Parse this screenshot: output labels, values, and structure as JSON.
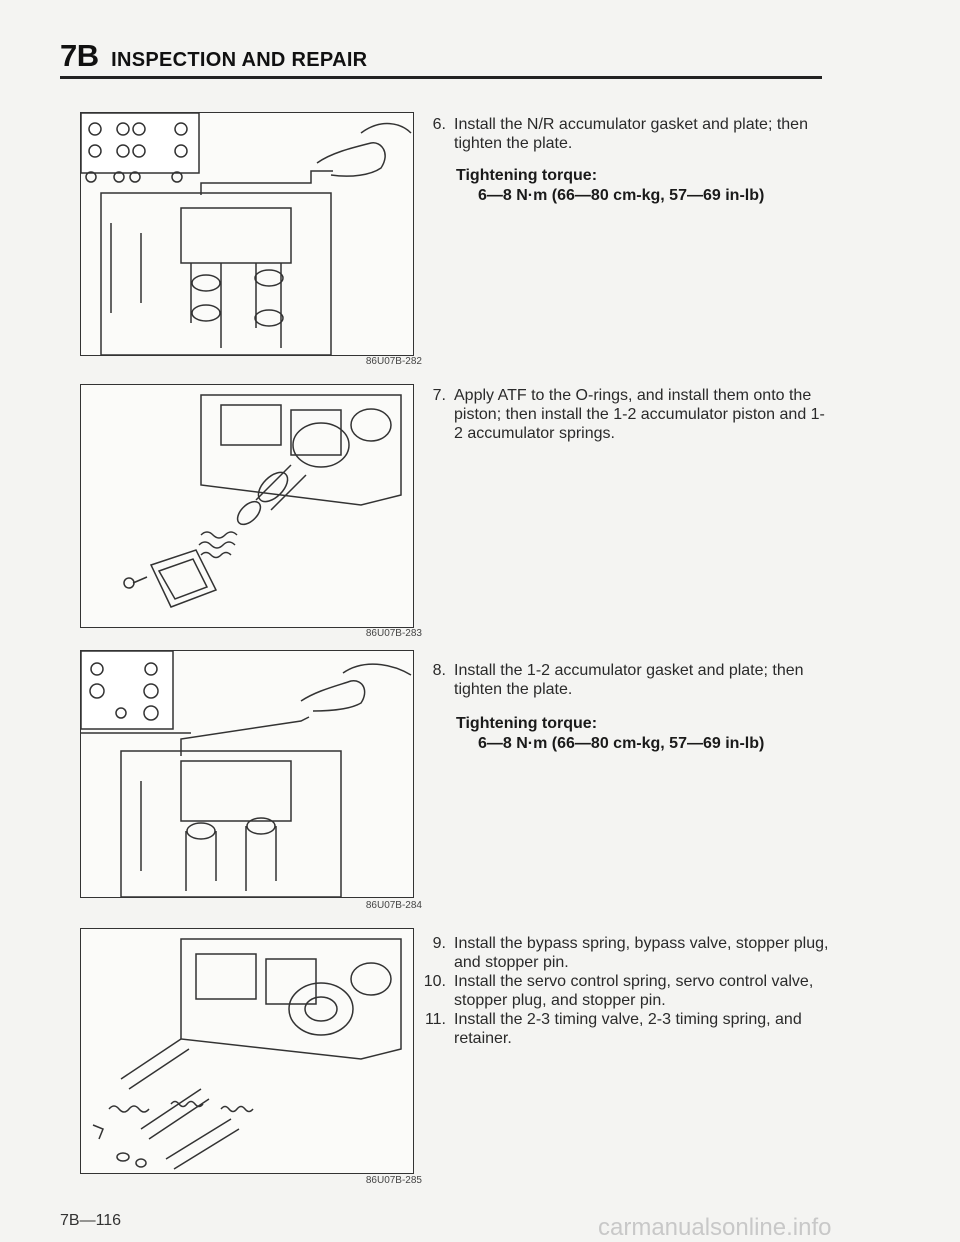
{
  "header": {
    "section": "7B",
    "title": "INSPECTION AND REPAIR"
  },
  "figures": [
    {
      "caption": "86U07B-282"
    },
    {
      "caption": "86U07B-283"
    },
    {
      "caption": "86U07B-284"
    },
    {
      "caption": "86U07B-285"
    }
  ],
  "steps": [
    {
      "number": "6.",
      "text": "Install the N/R accumulator gasket and plate; then tighten the plate."
    },
    {
      "number": "7.",
      "text": "Apply ATF to the O-rings, and install them onto the piston; then install the 1-2 accumulator piston and 1-2 accumulator springs."
    },
    {
      "number": "8.",
      "text": "Install the 1-2 accumulator gasket and plate; then tighten the plate."
    },
    {
      "number": "9.",
      "text": "Install the bypass spring, bypass valve, stopper plug, and stopper pin."
    },
    {
      "number": "10.",
      "text": "Install the servo control spring, servo control valve, stopper plug, and stopper pin."
    },
    {
      "number": "11.",
      "text": "Install the 2-3 timing valve, 2-3 timing spring, and retainer."
    }
  ],
  "torque_blocks": [
    {
      "label": "Tightening torque:",
      "value": "6—8 N·m (66—80 cm-kg, 57—69 in-lb)"
    },
    {
      "label": "Tightening torque:",
      "value": "6—8 N·m (66—80 cm-kg, 57—69 in-lb)"
    }
  ],
  "footer": {
    "page_number": "7B—116"
  },
  "watermark": "carmanualsonline.info"
}
